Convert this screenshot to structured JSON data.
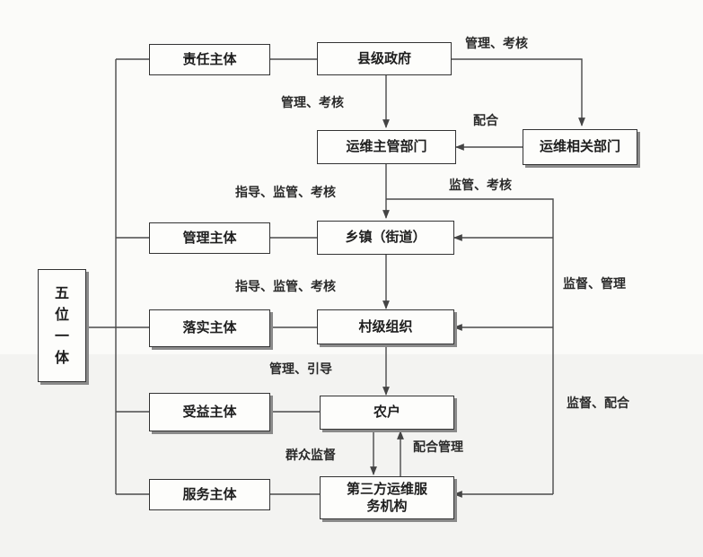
{
  "nodes": {
    "county_gov": "县级政府",
    "om_dept": "运维主管部门",
    "om_related": "运维相关部门",
    "township": "乡镇（街道）",
    "village": "村级组织",
    "farmers": "农户",
    "third_party": "第三方运维服务机构"
  },
  "roles": {
    "responsibility": "责任主体",
    "management": "管理主体",
    "implementation": "落实主体",
    "beneficiary": "受益主体",
    "service": "服务主体"
  },
  "five_in_one": [
    "五",
    "位",
    "一",
    "体"
  ],
  "edge_labels": {
    "gov_to_related": "管理、考核",
    "gov_to_dept": "管理、考核",
    "related_to_dept": "配合",
    "dept_to_township": "指导、监管、考核",
    "dept_side": "监管、考核",
    "township_to_village": "指导、监管、考核",
    "township_side": "监督、管理",
    "village_to_farmers": "管理、引导",
    "village_side": "监督、配合",
    "farmers_to_third": "群众监督",
    "third_to_farmers": "配合管理"
  },
  "colors": {
    "line": "#4a4a4a",
    "box_border": "#333333",
    "text": "#1e1e1e"
  }
}
